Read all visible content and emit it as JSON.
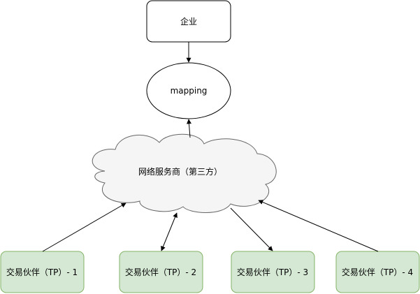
{
  "nodes": {
    "enterprise": {
      "label": "企业"
    },
    "mapping": {
      "label": "mapping"
    },
    "network": {
      "label": "网络服务商（第三方）"
    },
    "tp1": {
      "label": "交易伙伴（TP）- 1"
    },
    "tp2": {
      "label": "交易伙伴（TP）- 2"
    },
    "tp3": {
      "label": "交易伙伴（TP）- 3"
    },
    "tp4": {
      "label": "交易伙伴（TP）- 4"
    }
  },
  "colors": {
    "stroke": "#000000",
    "enterprise_fill": "#ffffff",
    "mapping_fill": "#ffffff",
    "cloud_fill": "#f5f5f5",
    "cloud_stroke": "#666666",
    "tp_fill": "#d5e8d4",
    "tp_stroke": "#82b366"
  }
}
